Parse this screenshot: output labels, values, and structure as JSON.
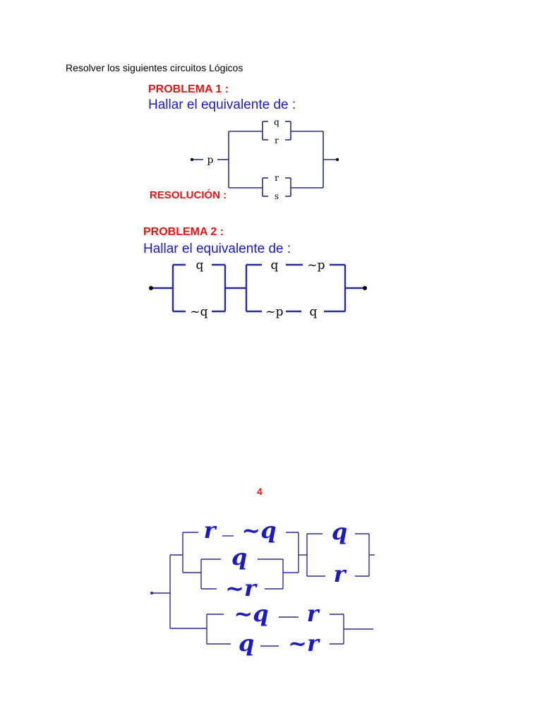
{
  "intro": "Resolver los siguientes circuitos Lógicos",
  "problem1": {
    "title": "PROBLEMA 1 :",
    "subtitle": "Hallar el equivalente de :",
    "input": "p",
    "upper_branch": [
      "q",
      "r"
    ],
    "lower_branch": [
      "r",
      "s"
    ],
    "resolution": "RESOLUCIÓN :"
  },
  "problem2": {
    "title": "PROBLEMA 2 :",
    "subtitle": "Hallar el equivalente de :",
    "block1": [
      "q",
      "~q"
    ],
    "block2_top": [
      "q",
      "~p"
    ],
    "block2_bottom": [
      "~p",
      "q"
    ]
  },
  "problem4": {
    "label": "4",
    "r1_a": "r",
    "r1_b": "~q",
    "inner_top": "q",
    "inner_bottom": "~r",
    "right_top": "q",
    "right_bottom": "r",
    "low1_a": "~q",
    "low1_b": "r",
    "low2_a": "q",
    "low2_b": "~r"
  },
  "colors": {
    "red": "#ee1111",
    "blue": "#1a1ac8",
    "wire": "#2a2aa0"
  }
}
